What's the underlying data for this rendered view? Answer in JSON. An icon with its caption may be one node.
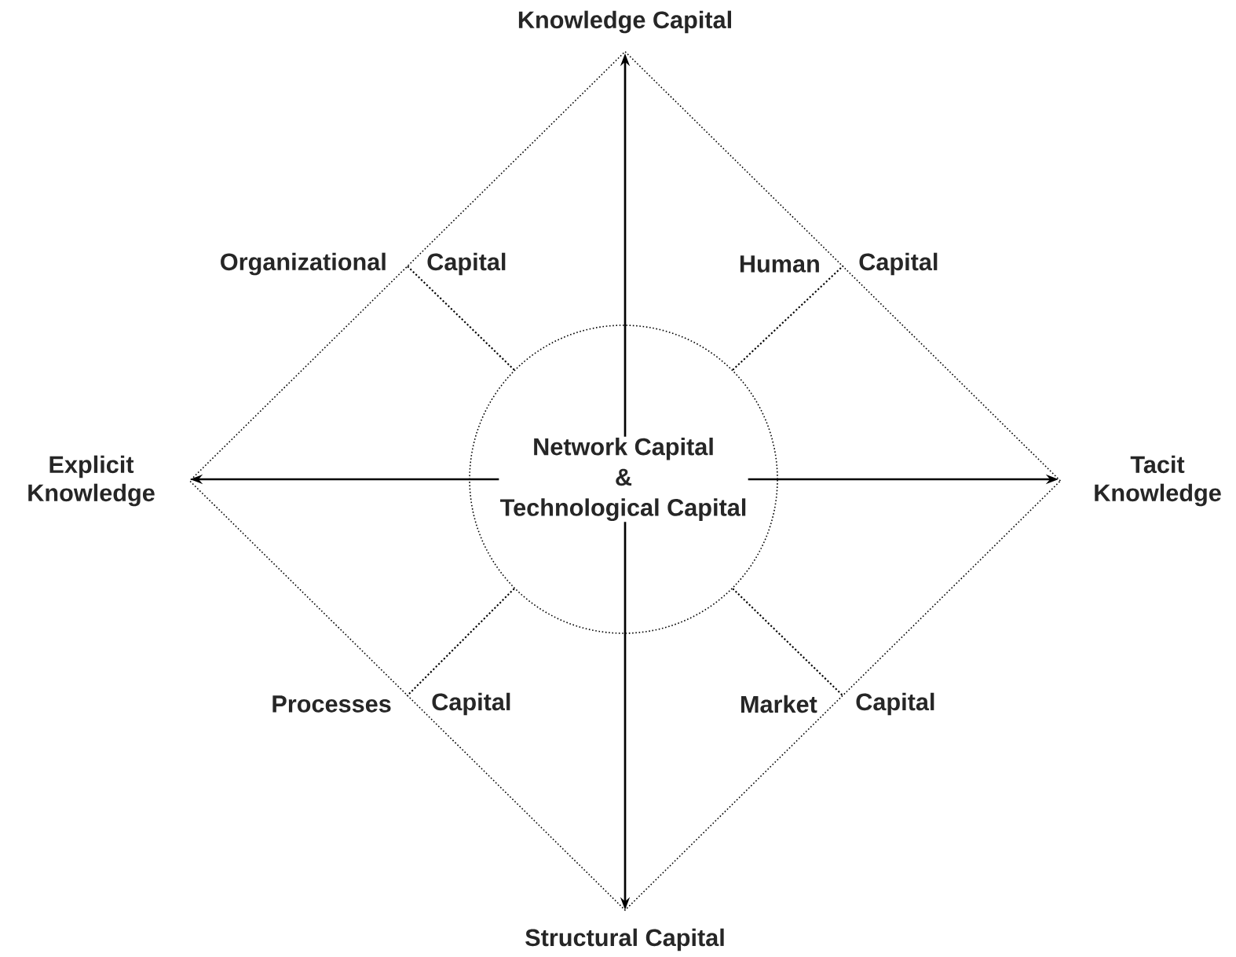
{
  "diagram": {
    "nodes": [
      {
        "text": [],
        "shape": "diamond"
      },
      {
        "text": [
          "Network Capital",
          "&",
          "Technological Capital"
        ],
        "in": 0
      }
    ],
    "edges": [
      {
        "from": 1,
        "to": 0,
        "arrow": "none",
        "style": "dashed"
      },
      {
        "from": 1,
        "to": 0,
        "arrow": "none",
        "style": "dashed"
      },
      {
        "from": 1,
        "to": 0,
        "arrow": "none",
        "style": "dashed"
      },
      {
        "from": 1,
        "to": 0,
        "arrow": "none",
        "style": "dashed"
      }
    ],
    "labels": [
      "Knowledge Capital",
      "Organizational",
      "Capital",
      "Human",
      "Capital",
      "Explicit Knowledge",
      "Tacit Knowledge",
      "Processes",
      "Capital",
      "Market",
      "Capital",
      "Structural Capital"
    ]
  }
}
